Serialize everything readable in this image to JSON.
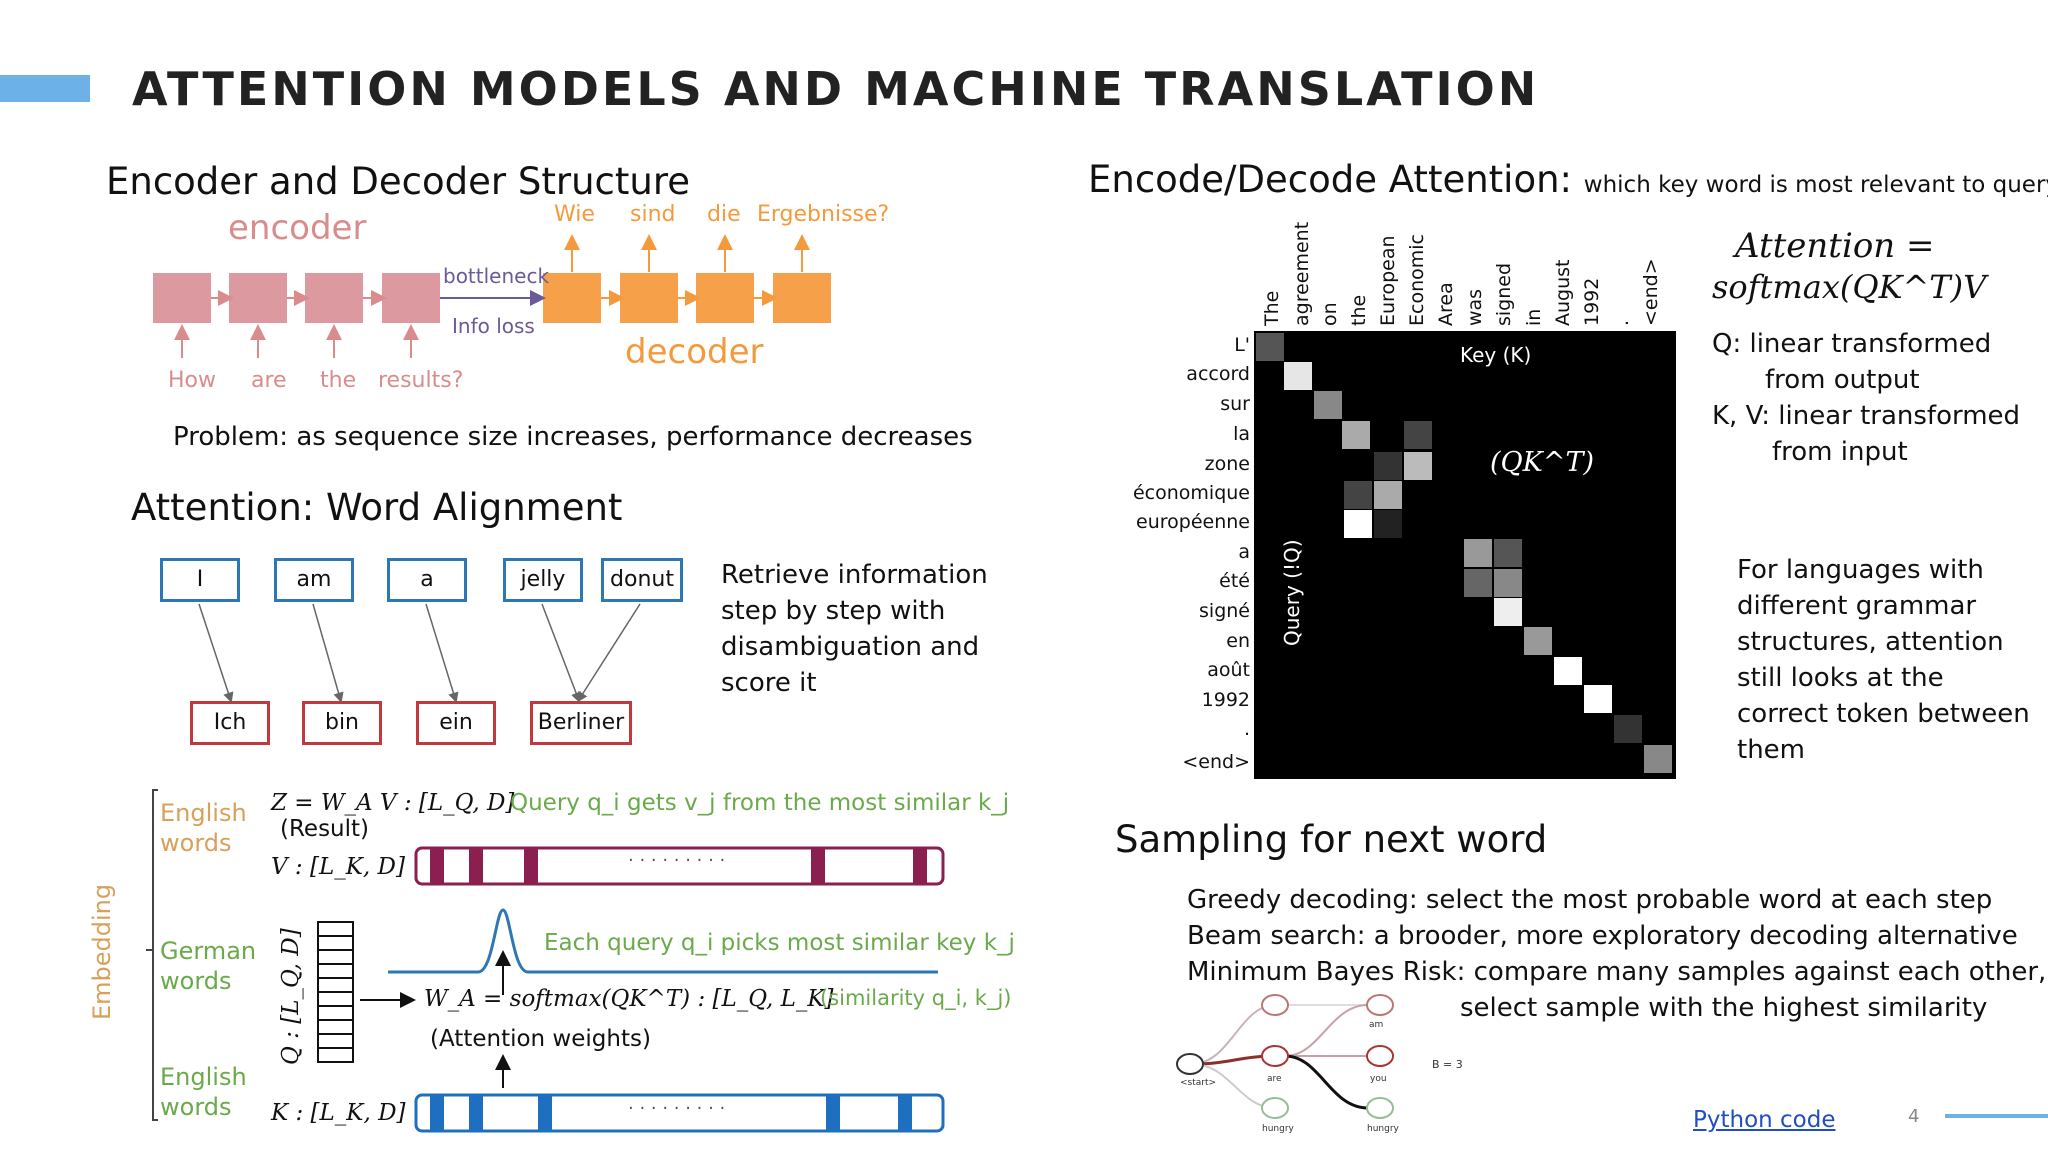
{
  "header": {
    "title": "ATTENTION MODELS AND MACHINE TRANSLATION",
    "accent_color": "#6cb2e6"
  },
  "encdec": {
    "title": "Encoder and Decoder Structure",
    "encoder_label": "encoder",
    "decoder_label": "decoder",
    "bottleneck_label": "bottleneck",
    "info_loss_label": "Info loss",
    "input_words": [
      "How",
      "are",
      "the",
      "results?"
    ],
    "output_words": [
      "Wie",
      "sind",
      "die",
      "Ergebnisse?"
    ],
    "problem": "Problem: as sequence size increases, performance decreases"
  },
  "alignment": {
    "title": "Attention: Word Alignment",
    "source_words": [
      "I",
      "am",
      "a",
      "jelly",
      "donut"
    ],
    "target_words": [
      "Ich",
      "bin",
      "ein",
      "Berliner"
    ],
    "description": "Retrieve information step by step with disambiguation and score it"
  },
  "formula_diagram": {
    "embedding_label": "Embedding",
    "english_words_1": "English words",
    "german_words": "German words",
    "english_words_2": "English words",
    "z_formula": "Z = W_A V : [L_Q, D]",
    "result_label": "(Result)",
    "query_gets": "Query q_i gets v_j from the most similar k_j",
    "v_formula": "V : [L_K, D]",
    "q_formula": "Q : [L_Q, D]",
    "each_query": "Each query q_i picks most similar key k_j",
    "wa_formula": "W_A = softmax(QK^T) : [L_Q, L_K]",
    "similarity": "(similarity q_i, k_j)",
    "attention_weights": "(Attention weights)",
    "k_formula": "K : [L_K, D]",
    "dots": "· · · · · · · · ·"
  },
  "encode_decode_attention": {
    "title": "Encode/Decode Attention:",
    "subtitle": "which key word is most relevant to query?",
    "key_label": "Key (K)",
    "query_label": "Query (!Q)",
    "qkt_label": "(QK^T)",
    "col_labels": [
      "The",
      "agreement",
      "on",
      "the",
      "European",
      "Economic",
      "Area",
      "was",
      "signed",
      "in",
      "August",
      "1992",
      ".",
      "<end>"
    ],
    "row_labels": [
      "L'",
      "accord",
      "sur",
      "la",
      "zone",
      "économique",
      "européenne",
      "a",
      "été",
      "signé",
      "en",
      "août",
      "1992",
      ".",
      "<end>"
    ],
    "formula_line1": "Attention =",
    "formula_line2": "softmax(QK^T)V",
    "q_def_1": "Q:  linear transformed",
    "q_def_2": "from output",
    "kv_def_1": "K, V: linear transformed",
    "kv_def_2": "from input",
    "languages_note": "For languages with different grammar structures, attention still looks at the correct token between them"
  },
  "sampling": {
    "title": "Sampling for next word",
    "greedy": "Greedy decoding: select the most probable word at each step",
    "beam": "Beam search: a brooder, more exploratory decoding alternative",
    "mbr_1": "Minimum Bayes Risk: compare many samples against each other,",
    "mbr_2": "select sample with the highest similarity",
    "beam_label": "B = 3",
    "start_label": "<start>",
    "node_labels": [
      "are",
      "you",
      "am",
      "hungry",
      "hungry"
    ]
  },
  "footer": {
    "link_text": "Python code",
    "page_number": "4"
  }
}
